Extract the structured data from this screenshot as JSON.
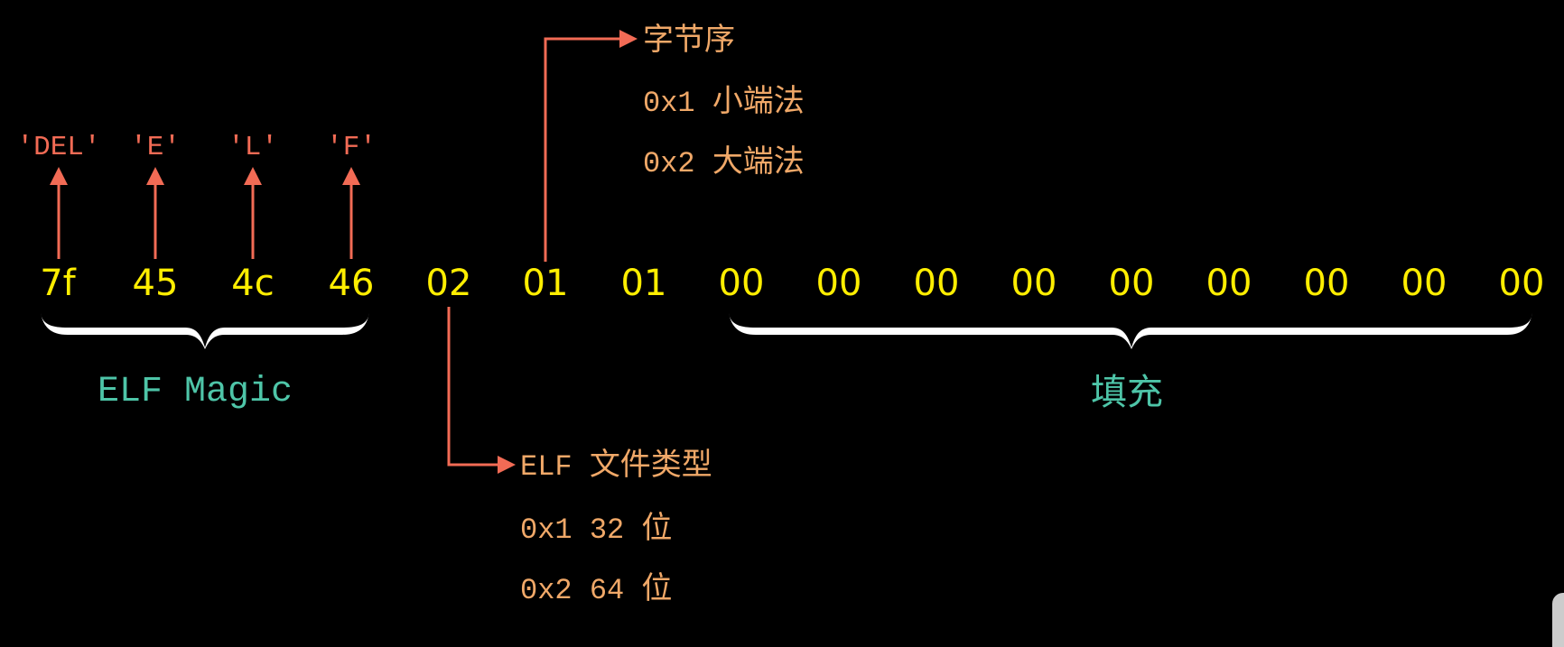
{
  "colors": {
    "background": "#000000",
    "hex_bytes": "#ffee00",
    "arrows": "#f26b55",
    "char_labels": "#f26b55",
    "descriptions": "#f0a868",
    "group_labels": "#4ec5a8",
    "braces": "#ffffff"
  },
  "bytes": [
    "7f",
    "45",
    "4c",
    "46",
    "02",
    "01",
    "01",
    "00",
    "00",
    "00",
    "00",
    "00",
    "00",
    "00",
    "00",
    "00"
  ],
  "magic_chars": [
    "'DEL'",
    "'E'",
    "'L'",
    "'F'"
  ],
  "groups": {
    "magic": {
      "label": "ELF Magic",
      "byte_range": [
        0,
        3
      ]
    },
    "padding": {
      "label": "填充",
      "byte_range": [
        7,
        15
      ]
    }
  },
  "annotations": {
    "byte_order": {
      "title": "字节序",
      "byte_index": 5,
      "options": [
        {
          "code": "0x1",
          "meaning": "小端法"
        },
        {
          "code": "0x2",
          "meaning": "大端法"
        }
      ]
    },
    "file_class": {
      "title_prefix": "ELF",
      "title": "文件类型",
      "byte_index": 4,
      "options": [
        {
          "code": "0x1",
          "bits": "32",
          "unit": "位"
        },
        {
          "code": "0x2",
          "bits": "64",
          "unit": "位"
        }
      ]
    }
  }
}
